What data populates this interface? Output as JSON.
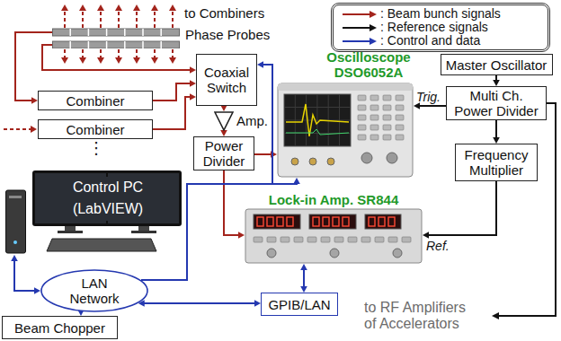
{
  "diagram": {
    "nodes": [
      {
        "text": [
          "Phase Probes"
        ]
      },
      {
        "text": [
          "Combiner"
        ]
      },
      {
        "text": [
          "Combiner"
        ]
      },
      {
        "text": [
          "Coaxial Switch"
        ]
      },
      {
        "text": [
          "Amp."
        ]
      },
      {
        "text": [
          "Power Divider"
        ]
      },
      {
        "text": [
          "Oscilloscope DSO6052A"
        ]
      },
      {
        "text": [
          "Lock-in Amp. SR844"
        ]
      },
      {
        "text": [
          "Master Oscillator"
        ]
      },
      {
        "text": [
          "Multi Ch. Power Divider"
        ]
      },
      {
        "text": [
          "Frequency Multiplier"
        ]
      },
      {
        "text": [
          "Control PC",
          "(LabVIEW)"
        ]
      },
      {
        "text": [
          "LAN Network"
        ]
      },
      {
        "text": [
          "Beam Chopper"
        ]
      },
      {
        "text": [
          "GPIB/LAN"
        ]
      }
    ],
    "edges": [
      {
        "from": 0,
        "to": 1,
        "arrow": "to"
      },
      {
        "from": 0,
        "to": 3,
        "arrow": "to"
      },
      {
        "from": 1,
        "to": 3,
        "arrow": "to"
      },
      {
        "from": 2,
        "to": 3,
        "arrow": "to"
      },
      {
        "from": 3,
        "to": 4,
        "arrow": "to"
      },
      {
        "from": 4,
        "to": 5,
        "arrow": "to"
      },
      {
        "from": 5,
        "to": 6,
        "arrow": "to"
      },
      {
        "from": 5,
        "to": 7,
        "arrow": "to"
      },
      {
        "from": 8,
        "to": 9,
        "arrow": "to"
      },
      {
        "from": 9,
        "to": 6,
        "arrow": "to",
        "label": "Trig."
      },
      {
        "from": 9,
        "to": 10,
        "arrow": "to"
      },
      {
        "from": 10,
        "to": 7,
        "arrow": "to",
        "label": "Ref."
      },
      {
        "from": 12,
        "to": 11,
        "arrow": "both"
      },
      {
        "from": 12,
        "to": 3,
        "arrow": "to"
      },
      {
        "from": 12,
        "to": 6,
        "arrow": "to"
      },
      {
        "from": 12,
        "to": 13,
        "arrow": "to"
      },
      {
        "from": 12,
        "to": 14,
        "arrow": "both"
      },
      {
        "from": 14,
        "to": 7,
        "arrow": "both"
      }
    ],
    "labels": [
      "to Combiners",
      "⋮",
      "to RF Amplifiers of Accelerators"
    ],
    "legend": [
      {
        "text": ": Beam bunch signals"
      },
      {
        "text": ": Reference signals"
      },
      {
        "text": ": Control and data"
      }
    ]
  }
}
